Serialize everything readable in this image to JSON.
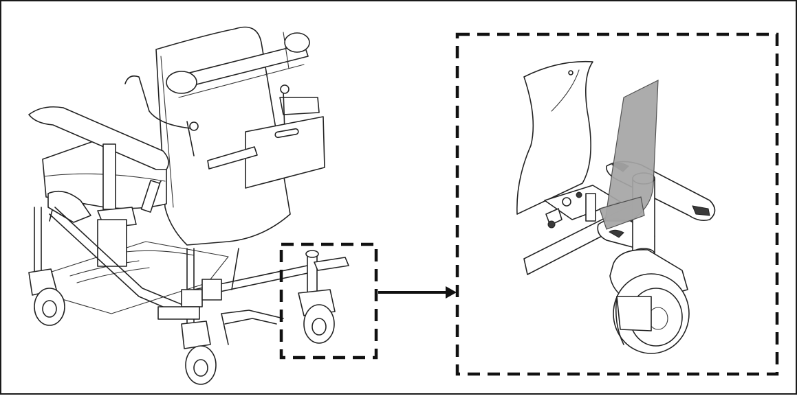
{
  "figure": {
    "colors": {
      "line": "#222222",
      "frame": "#1a1a1a",
      "strap": "#a6a6a6",
      "background": "#ffffff"
    },
    "elements": [
      "wheelchair-drawing",
      "callout-box-small",
      "callout-box-large",
      "connector-arrow",
      "detail-caster-drawing",
      "strap"
    ]
  }
}
